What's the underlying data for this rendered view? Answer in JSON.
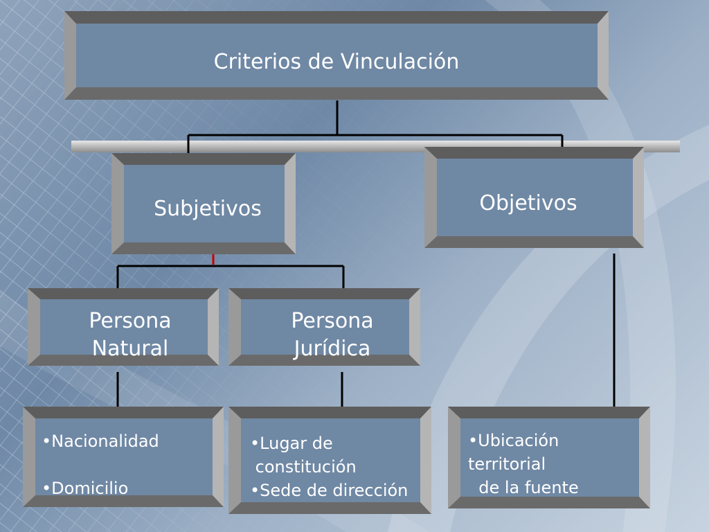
{
  "diagram": {
    "title": "Criterios de Vinculación",
    "nodes": {
      "subjetivos": "Subjetivos",
      "objetivos": "Objetivos",
      "persona_natural": "Persona\nNatural",
      "persona_juridica": "Persona\nJurídica"
    },
    "lists": {
      "natural": [
        "•Nacionalidad",
        "•Domicilio"
      ],
      "juridica": [
        "•Lugar de",
        " constitución",
        "•Sede de dirección"
      ],
      "objetivos": [
        "•Ubicación",
        "territorial",
        "  de la fuente"
      ]
    }
  },
  "colors": {
    "box_fill": "#6f88a4",
    "frame_dark": "#5d5d5d",
    "frame_light": "#b5b5b5",
    "connector": "#000000",
    "connector_accent": "#cc0000",
    "text": "#ffffff"
  }
}
